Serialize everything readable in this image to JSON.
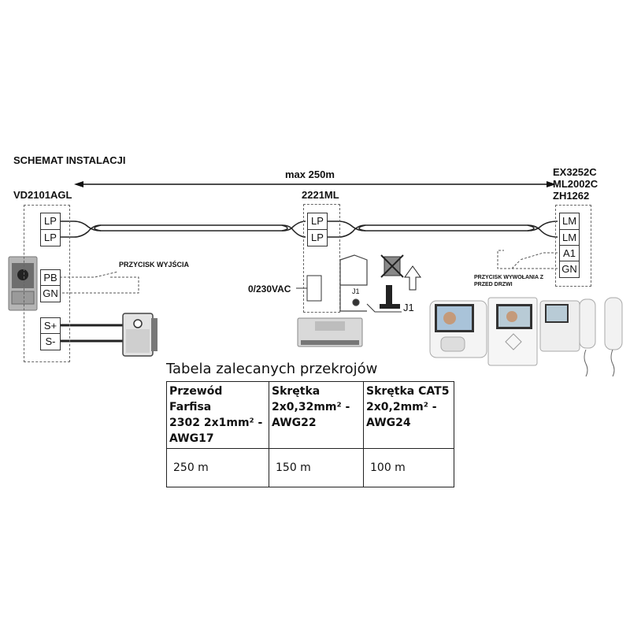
{
  "title": "SCHEMAT INSTALACJI",
  "distance_label": "max 250m",
  "devices": {
    "door_panel": "VD2101AGL",
    "power_supply": "2221ML",
    "monitors": [
      "EX3252C",
      "ML2002C",
      "ZH1262"
    ]
  },
  "terminals": {
    "panel": [
      "LP",
      "LP",
      "PB",
      "GN",
      "S+",
      "S-"
    ],
    "psu": [
      "LP",
      "LP"
    ],
    "monitor": [
      "LM",
      "LM",
      "A1",
      "GN"
    ]
  },
  "labels": {
    "exit_button": "PRZYCISK WYJŚCIA",
    "call_button_line1": "PRZYCISK WYWOŁANIA Z",
    "call_button_line2": "PRZED DRZWI",
    "mains": "0/230VAC",
    "jumper": "J1",
    "jumper_small": "J1"
  },
  "table": {
    "title": "Tabela zalecanych przekrojów",
    "headers": [
      [
        "Przewód Farfisa",
        "2302 2x1mm² -",
        "AWG17"
      ],
      [
        "Skrętka",
        "2x0,32mm² -",
        "AWG22"
      ],
      [
        "Skrętka CAT5",
        "2x0,2mm² -",
        "AWG24"
      ]
    ],
    "values": [
      "250 m",
      "150 m",
      "100 m"
    ]
  }
}
